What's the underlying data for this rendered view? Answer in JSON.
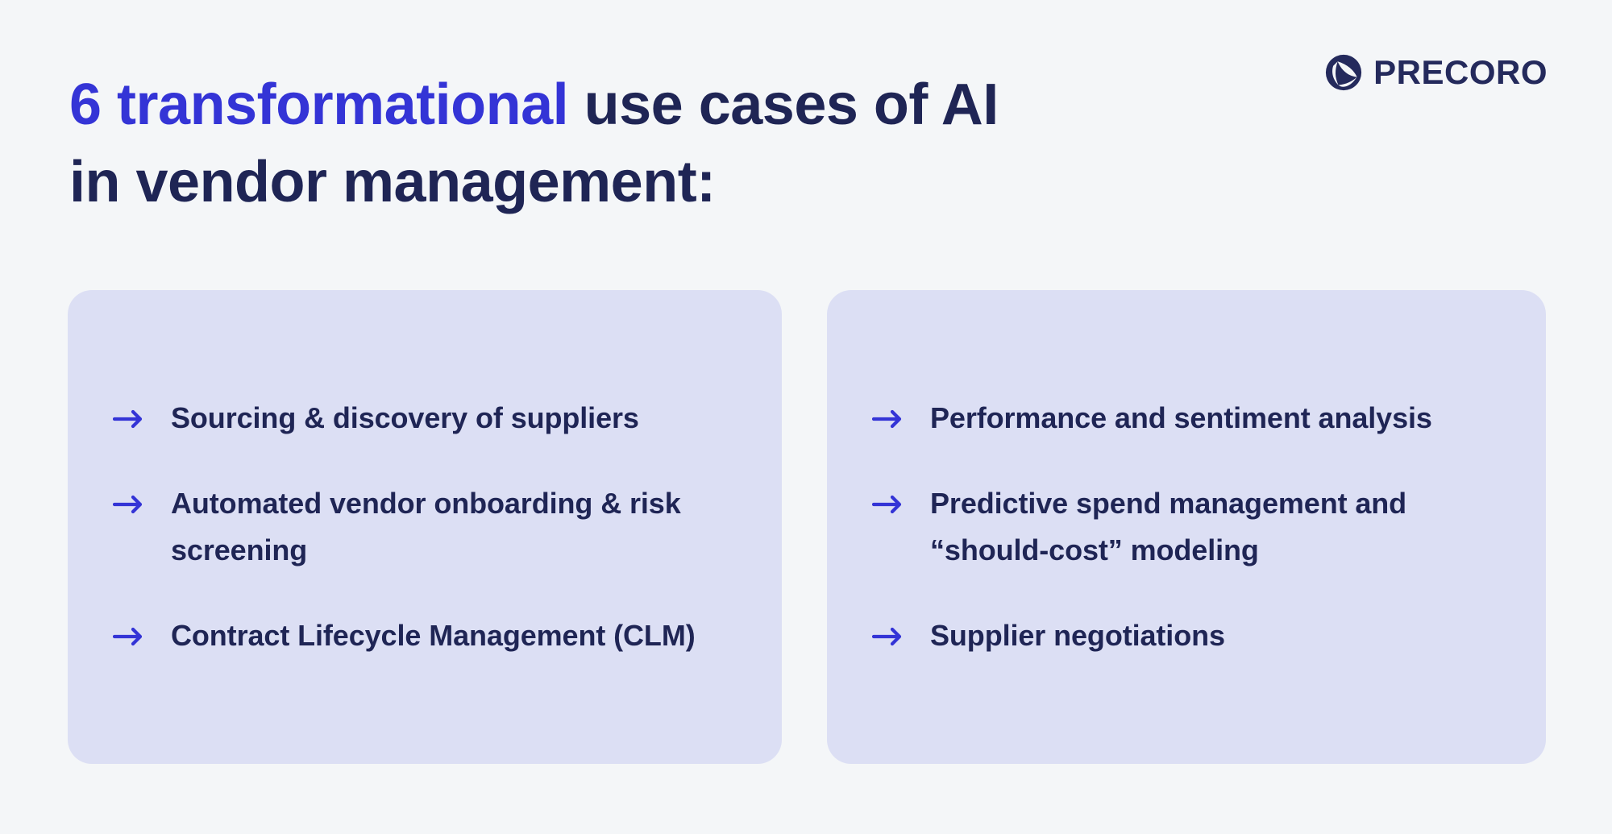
{
  "slide": {
    "background_color": "#f4f6f8",
    "accent_color": "#3434d6",
    "text_color": "#1f2555",
    "card_color": "#dcdff4"
  },
  "header": {
    "title_line1_accent": "6 transformational",
    "title_line1_rest": " use cases of AI",
    "title_line2": "in vendor management:",
    "title_full": "6 transformational use cases of AI in vendor management:"
  },
  "logo": {
    "name": "PRECORO",
    "mark": "precoro-pinwheel-icon",
    "color": "#242a5c"
  },
  "cards": [
    {
      "id": "left",
      "items": [
        {
          "arrow": "arrow-right-icon",
          "label": "Sourcing & discovery of suppliers"
        },
        {
          "arrow": "arrow-right-icon",
          "label": "Automated vendor onboarding & risk screening"
        },
        {
          "arrow": "arrow-right-icon",
          "label": "Contract Lifecycle Management (CLM)"
        }
      ]
    },
    {
      "id": "right",
      "items": [
        {
          "arrow": "arrow-right-icon",
          "label": "Performance and sentiment analysis"
        },
        {
          "arrow": "arrow-right-icon",
          "label": "Predictive spend management and “should-cost” modeling"
        },
        {
          "arrow": "arrow-right-icon",
          "label": "Supplier negotiations"
        }
      ]
    }
  ]
}
